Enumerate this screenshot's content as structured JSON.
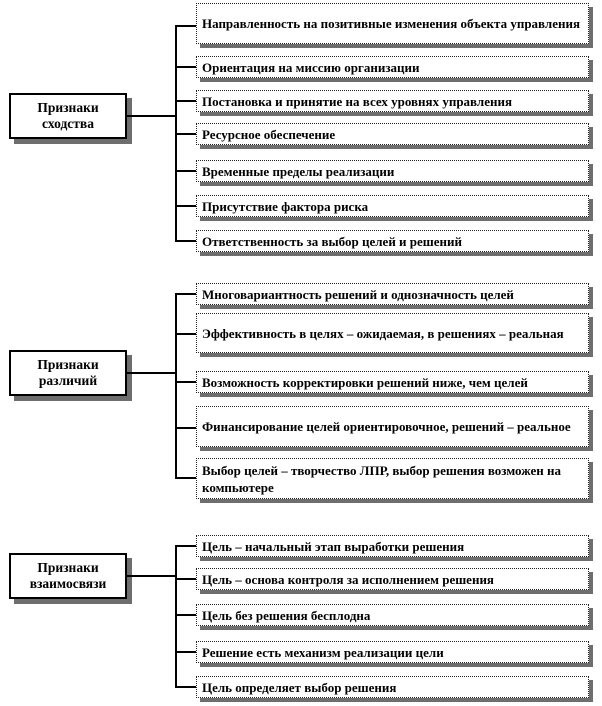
{
  "groups": [
    {
      "label": "Признаки сходства",
      "items": [
        "Направленность на позитивные изменения объекта управления",
        "Ориентация на миссию организации",
        "Постановка и принятие на всех уровнях управления",
        "Ресурсное обеспечение",
        "Временные пределы реализации",
        "Присутствие фактора риска",
        "Ответственность за выбор целей и решений"
      ]
    },
    {
      "label": "Признаки различий",
      "items": [
        "Многовариантность решений и однозначность целей",
        "Эффективность в целях – ожидаемая, в решениях – реальная",
        "Возможность корректировки решений ниже, чем целей",
        "Финансирование целей ориентировочное, решений – реальное",
        "Выбор целей – творчество ЛПР, выбор решения возможен на компьютере"
      ]
    },
    {
      "label": "Признаки взаимосвязи",
      "items": [
        "Цель – начальный этап выработки решения",
        "Цель – основа контроля за исполнением решения",
        "Цель без решения бесплодна",
        "Решение есть механизм реализации цели",
        "Цель определяет выбор решения"
      ]
    }
  ]
}
